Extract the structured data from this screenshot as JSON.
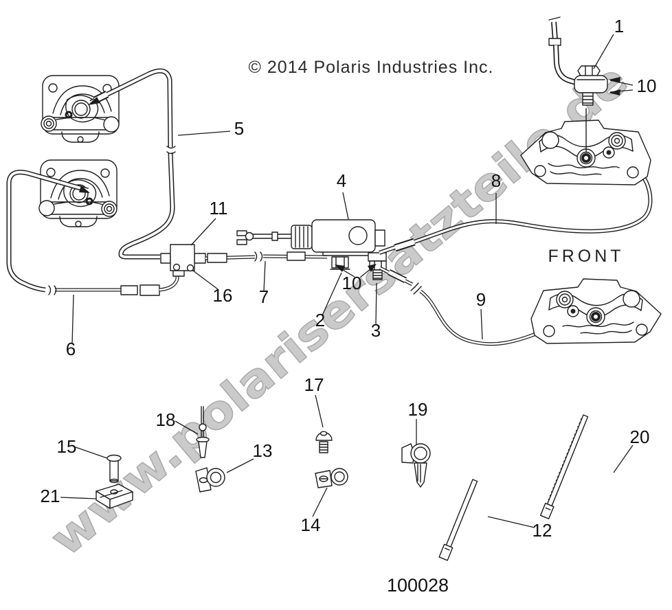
{
  "doc": {
    "copyright": "© 2014 Polaris Industries Inc.",
    "front_label": "FRONT",
    "drawing_number": "100028",
    "watermark": "www.polarisersatzteile.de",
    "watermark_color": "#c3c3c3",
    "line_color": "#1c1c1c"
  },
  "callouts": {
    "n1": "1",
    "n2": "2",
    "n3": "3",
    "n4": "4",
    "n5": "5",
    "n6": "6",
    "n7": "7",
    "n8": "8",
    "n9": "9",
    "n10a": "10",
    "n10b": "10",
    "n11": "11",
    "n12": "12",
    "n13": "13",
    "n14": "14",
    "n15": "15",
    "n16": "16",
    "n17": "17",
    "n18": "18",
    "n19": "19",
    "n20": "20",
    "n21": "21"
  }
}
